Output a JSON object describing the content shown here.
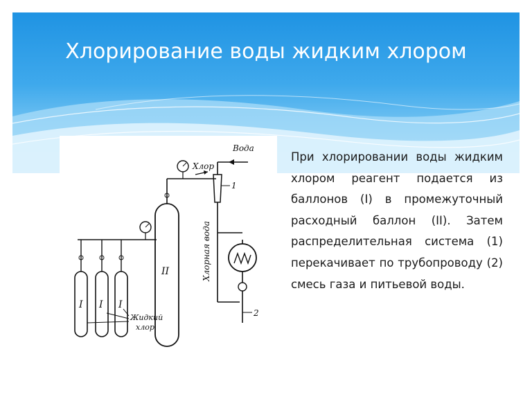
{
  "slide": {
    "title": "Хлорирование воды жидким хлором",
    "body": "При хлорировании воды жидким хлором реагент подается из баллонов (I) в промежуточный расходный баллон (II). Затем распределительная система (1) перекачивает по трубопроводу (2) смесь газа и питьевой воды."
  },
  "diagram": {
    "labels": {
      "water": "Вода",
      "chlorine": "Хлор",
      "chlorine_water": "Хлорная вода",
      "liquid_chlorine_1": "Жидкий",
      "liquid_chlorine_2": "хлор",
      "cylinder_small": "I",
      "cylinder_large": "II",
      "device_1": "1",
      "pipe_2": "2"
    }
  },
  "colors": {
    "header_blue": "#1f93e3",
    "title_text": "#ffffff",
    "body_text": "#1a1a1a"
  }
}
